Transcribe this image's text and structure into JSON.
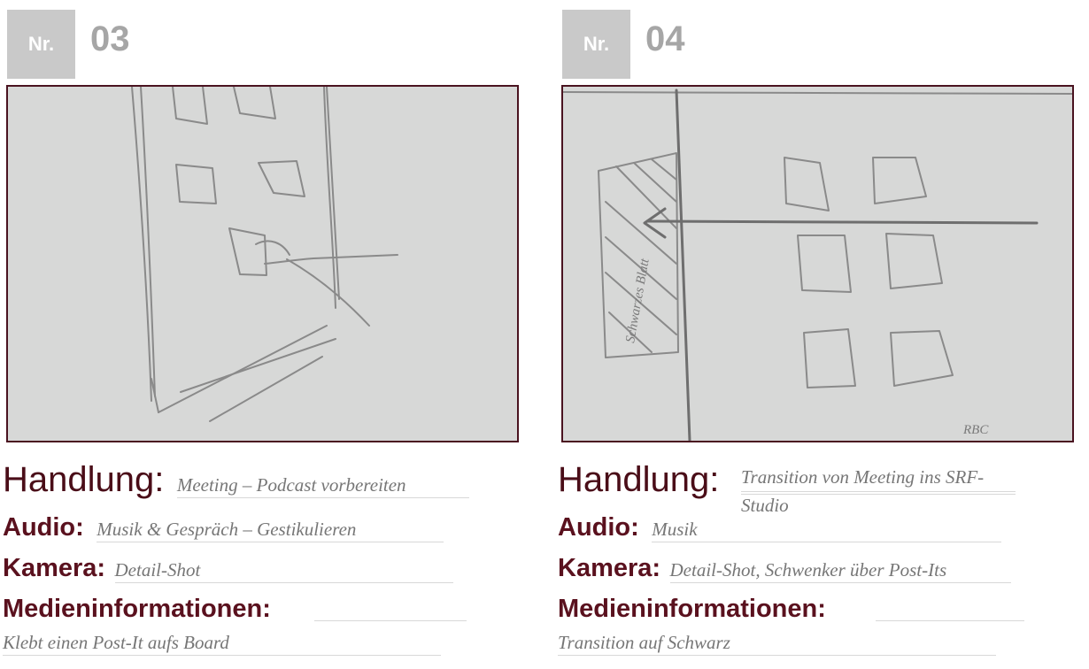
{
  "panels": [
    {
      "nr_label": "Nr.",
      "number": "03",
      "handlung_label": "Handlung:",
      "handlung_value": "Meeting – Podcast vorbereiten",
      "audio_label": "Audio:",
      "audio_value": "Musik & Gespräch – Gestikulieren",
      "kamera_label": "Kamera:",
      "kamera_value": "Detail-Shot",
      "medien_label": "Medieninformationen:",
      "medien_value": "Klebt einen Post-It aufs Board"
    },
    {
      "nr_label": "Nr.",
      "number": "04",
      "handlung_label": "Handlung:",
      "handlung_value_line1": "Transition von Meeting ins SRF-",
      "handlung_value_line2": "Studio",
      "audio_label": "Audio:",
      "audio_value": "Musik",
      "kamera_label": "Kamera:",
      "kamera_value": "Detail-Shot, Schwenker über Post-Its",
      "medien_label": "Medieninformationen:",
      "medien_value": "Transition auf Schwarz",
      "sketch_text": "Schwarzes Blatt",
      "sketch_signature": "RBC"
    }
  ],
  "colors": {
    "label": "#5a111e",
    "frame": "#4a1320",
    "badge": "#c9c9c9",
    "number": "#a6a6a6",
    "value": "#767676"
  }
}
